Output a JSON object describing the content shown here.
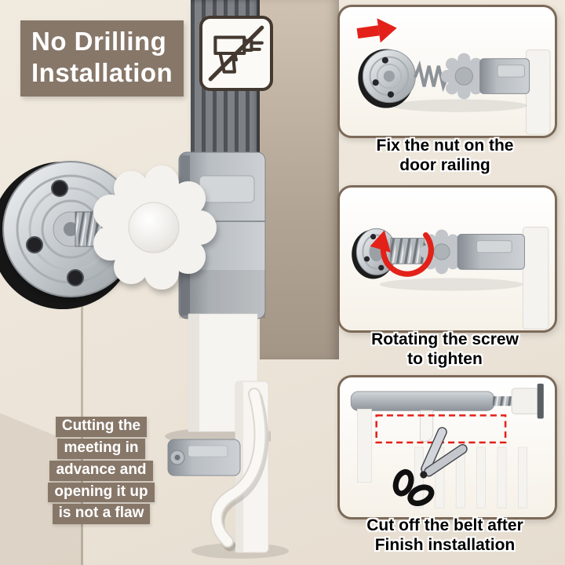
{
  "header": {
    "title_lines": [
      "No Drilling",
      "Installation"
    ]
  },
  "steps": [
    {
      "caption_lines": [
        "Fix the nut on the",
        "door railing"
      ]
    },
    {
      "caption_lines": [
        "Rotating the screw",
        "to tighten"
      ]
    },
    {
      "caption_lines": [
        "Cut off the belt after",
        "Finish installation"
      ]
    }
  ],
  "note": {
    "lines": [
      "Cutting the",
      "meeting in",
      "advance and",
      "opening it up",
      "is not a flaw"
    ]
  },
  "icons": {
    "no_drilling": "crossed-out-drill",
    "step1_arrow": "red-arrow-right",
    "step2_arrow": "red-rotate-arrow",
    "step3_tool": "scissors"
  },
  "colors": {
    "strip_brown": "#877769",
    "panel_border": "#7c6a58",
    "accent_red": "#e32119",
    "background": "#ece4d8",
    "metal_silver": "#b9bec3"
  }
}
